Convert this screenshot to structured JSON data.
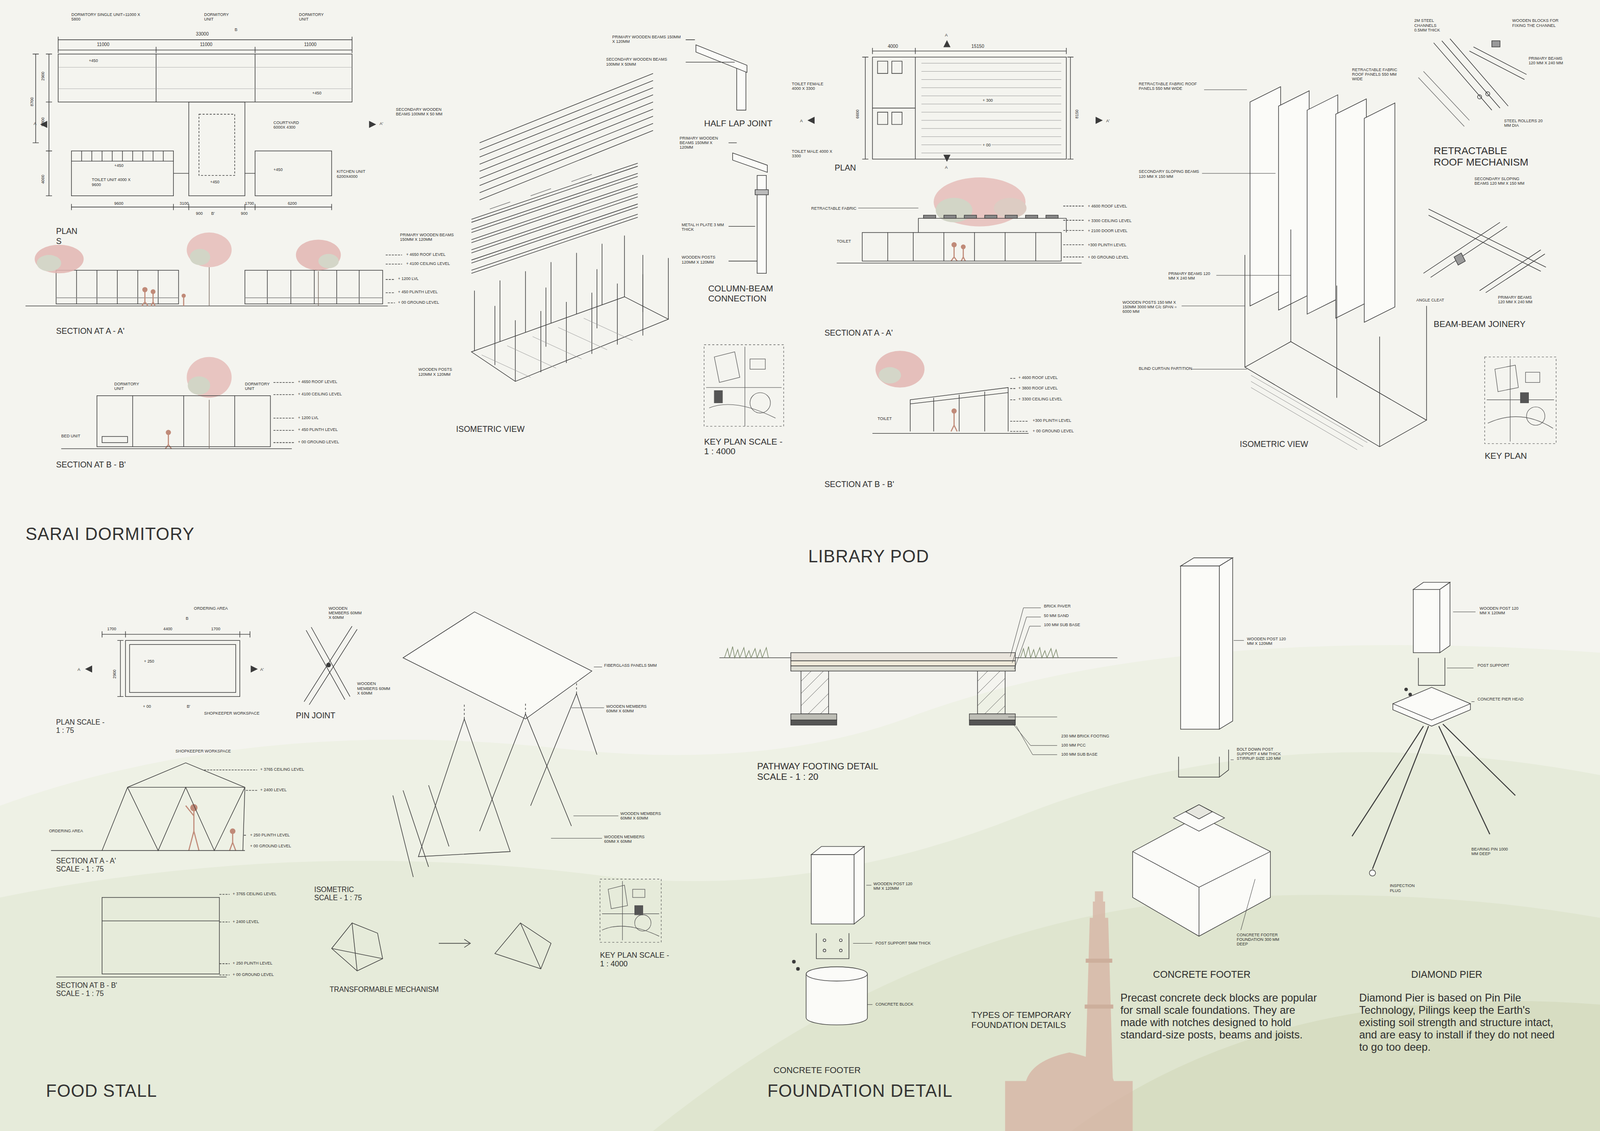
{
  "diagram": {
    "labels": [
      "DORMITORY SINGLE UNIT=11000 X 5800",
      "DORMITORY UNIT",
      "DORMITORY UNIT",
      "B",
      "33000",
      "11000",
      "11000",
      "11000",
      "+450",
      "+450",
      "2900",
      "8700",
      "5800",
      "4000",
      "A",
      "A'",
      "COURTYARD 6000X 4300",
      "+450",
      "+450",
      "KITCHEN UNIT 6200X4000",
      "+450",
      "TOILET UNIT 4000 X 9600",
      "9600",
      "3100",
      "1700",
      "6200",
      "900",
      "B'",
      "900",
      "PLAN",
      "S",
      "+ 4650 ROOF LEVEL",
      "+ 4100 CEILING LEVEL",
      "+ 1200 LVL",
      "+ 450 PLINTH LEVEL",
      "+ 00 GROUND LEVEL",
      "SECTION AT A - A'",
      "DORMITORY UNIT",
      "DORMITORY UNIT",
      "+ 4650 ROOF LEVEL",
      "+ 4100 CEILING LEVEL",
      "+ 1200 LVL",
      "+ 450 PLINTH LEVEL",
      "+ 00 GROUND LEVEL",
      "BED UNIT",
      "SECTION AT B - B'",
      "SECONDARY WOODEN BEAMS 100MM X 50 MM",
      "PRIMARY WOODEN BEAMS 150MM X 120MM",
      "WOODEN POSTS 120MM X 120MM",
      "ISOMETRIC VIEW",
      "PRIMARY WOODEN BEAMS 150MM X 120MM",
      "SECONDARY WOODEN BEAMS 100MM X 50MM",
      "HALF LAP JOINT",
      "PRIMARY WOODEN BEAMS 150MM X 120MM",
      "METAL H PLATE 3 MM THICK",
      "WOODEN POSTS 120MM X 120MM",
      "COLUMN-BEAM CONNECTION",
      "KEY PLAN SCALE - 1 : 4000",
      "SARAI DORMITORY",
      "4000",
      "15150",
      "A",
      "TOILET FEMALE 4000 X 3300",
      "6600",
      "8150",
      "+ 300",
      "A",
      "A'",
      "+ 00",
      "TOILET MALE 4000 X 3300",
      "A",
      "PLAN",
      "RETRACTABLE FABRIC",
      "TOILET",
      "+ 4600 ROOF LEVEL",
      "+ 3300 CEILING LEVEL",
      "+ 2100 DOOR LEVEL",
      "+300 PLINTH LEVEL",
      "+ 00 GROUND LEVEL",
      "SECTION AT A - A'",
      "+ 4600 ROOF LEVEL",
      "+ 3800 ROOF LEVEL",
      "+ 3300 CEILING LEVEL",
      "TOILET",
      "+300 PLINTH LEVEL",
      "+ 00 GROUND LEVEL",
      "SECTION AT B - B'",
      "RETRACTABLE FABRIC ROOF PANELS 550 MM WIDE",
      "SECONDARY SLOPING BEAMS 120 MM X 150 MM",
      "PRIMARY BEAMS 120 MM X 240 MM",
      "WOODEN POSTS 150 MM X 150MM 3000 MM C/c SPAN = 6000 MM",
      "BLIND CURTAIN PARTITION",
      "ISOMETRIC VIEW",
      "2M STEEL CHANNELS 0.5MM THICK",
      "WOODEN BLOCKS FOR FIXING THE CHANNEL",
      "PRIMARY BEAMS 120 MM X 240 MM",
      "RETRACTABLE FABRIC ROOF PANELS 550 MM WIDE",
      "STEEL ROLLERS 20 MM DIA",
      "RETRACTABLE ROOF MECHANISM",
      "SECONDARY SLOPING BEAMS 120 MM X 150 MM",
      "ANGLE CLEAT",
      "PRIMARY BEAMS 120 MM X 240 MM",
      "BEAM-BEAM JOINERY",
      "KEY PLAN",
      "LIBRARY POD",
      "ORDERING AREA",
      "1700",
      "4400",
      "1700",
      "B",
      "2900",
      "+ 250",
      "A",
      "A'",
      "+ 00",
      "B'",
      "SHOPKEEPER WORKSPACE",
      "PLAN SCALE - 1 : 75",
      "WOODEN MEMBERS 60MM X 60MM",
      "WOODEN MEMBERS 60MM X 60MM",
      "PIN JOINT",
      "SHOPKEEPER WORKSPACE",
      "+ 3765 CEILING LEVEL",
      "+ 2400 LEVEL",
      "ORDERING AREA",
      "+ 250 PLINTH LEVEL",
      "+ 00 GROUND LEVEL",
      "SECTION AT A - A' SCALE - 1 : 75",
      "+ 3765 CEILING LEVEL",
      "+ 2400 LEVEL",
      "+ 250 PLINTH LEVEL",
      "+ 00 GROUND LEVEL",
      "SECTION AT B - B' SCALE - 1 : 75",
      "FIBERGLASS PANELS 5MM",
      "WOODEN MEMBERS 60MM X 60MM",
      "WOODEN MEMBERS 60MM X 60MM",
      "WOODEN MEMBERS 60MM X 60MM",
      "ISOMETRIC SCALE - 1 : 75",
      "TRANSFORMABLE MECHANISM",
      "KEY PLAN SCALE - 1 : 4000",
      "FOOD STALL",
      "BRICK PAVER",
      "50 MM SAND",
      "100 MM SUB BASE",
      "230 MM BRICK FOOTING",
      "100 MM PCC",
      "100 MM SUB BASE",
      "PATHWAY FOOTING DETAIL SCALE - 1 : 20",
      "WOODEN POST 120 MM X 120MM",
      "POST SUPPORT 5MM THICK",
      "CONCRETE BLOCK",
      "CONCRETE FOOTER",
      "FOUNDATION DETAIL",
      "TYPES OF TEMPORARY FOUNDATION DETAILS",
      "WOODEN POST 120 MM X 120MM",
      "BOLT DOWN POST SUPPORT 4 MM THICK STIRRUP SIZE 120 MM",
      "CONCRETE FOOTER FOUNDATION 300 MM DEEP",
      "CONCRETE FOOTER",
      "Precast concrete deck blocks are popular for small scale foundations. They are made with notches designed to hold standard-size posts, beams and joists.",
      "WOODEN POST 120 MM X 120MM",
      "POST SUPPORT",
      "CONCRETE PIER HEAD",
      "BEARING PIN 1000 MM DEEP",
      "INSPECTION PLUG",
      "DIAMOND PIER",
      "Diamond Pier is based on Pin Pile Technology, Pilings keep the Earth's existing soil strength and structure intact, and are easy to install if they do not need to go too deep."
    ]
  }
}
